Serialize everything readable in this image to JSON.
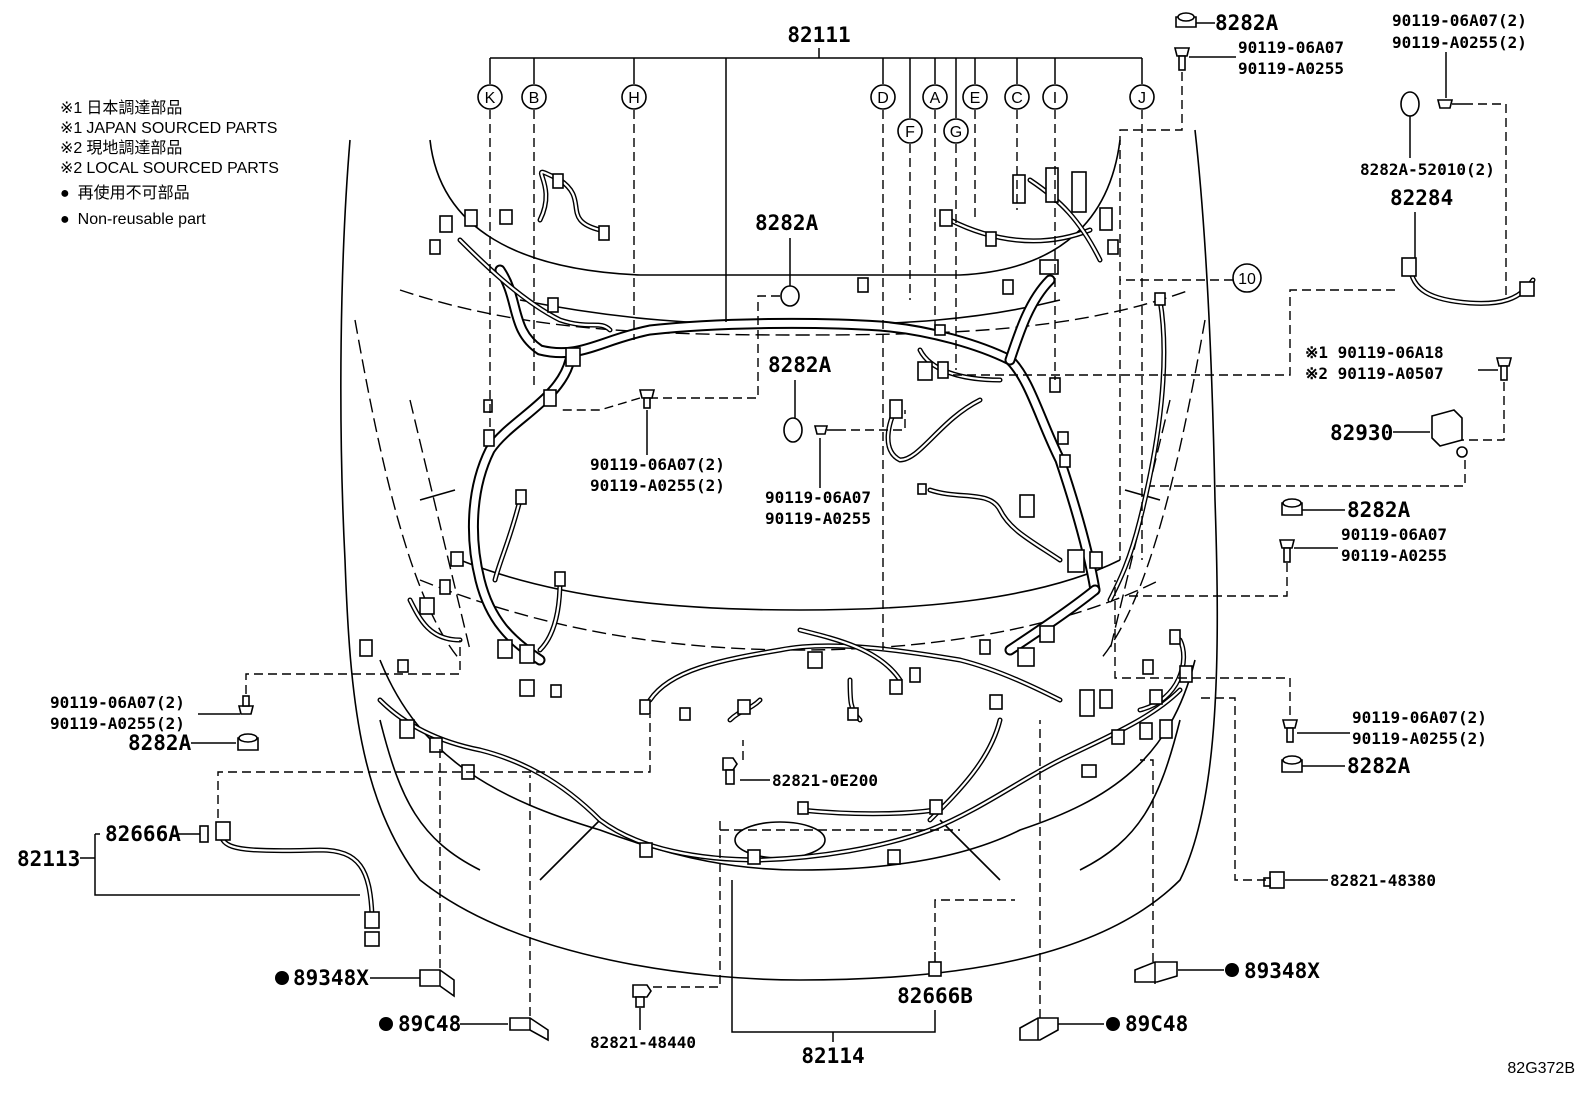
{
  "diagram": {
    "main_part": "82111",
    "figure_code": "82G372B",
    "legend": [
      {
        "mark": "※1",
        "text": "日本調達部品"
      },
      {
        "mark": "※1",
        "text": "JAPAN SOURCED PARTS"
      },
      {
        "mark": "※2",
        "text": "現地調達部品"
      },
      {
        "mark": "※2",
        "text": "LOCAL SOURCED PARTS"
      },
      {
        "mark": "●",
        "text": "再使用不可部品"
      },
      {
        "mark": "●",
        "text": "Non-reusable part"
      }
    ],
    "branch_letters": [
      "K",
      "B",
      "H",
      "D",
      "A",
      "E",
      "C",
      "I",
      "J",
      "F",
      "G"
    ],
    "circle_number": "10",
    "labels": {
      "p8282A_top": "8282A",
      "p90119_06A07_top": "90119-06A07",
      "p90119_A0255_top": "90119-A0255",
      "p90119_06A07_2_tr": "90119-06A07(2)",
      "p90119_A0255_2_tr": "90119-A0255(2)",
      "p8282A_52010": "8282A-52010(2)",
      "p82284": "82284",
      "p8282A_center1": "8282A",
      "p8282A_center2": "8282A",
      "p90119_06A07_2_c": "90119-06A07(2)",
      "p90119_A0255_2_c": "90119-A0255(2)",
      "p90119_06A07_c": "90119-06A07",
      "p90119_A0255_c": "90119-A0255",
      "p90119_06A18": "※1 90119-06A18",
      "p90119_A0507": "※2 90119-A0507",
      "p82930": "82930",
      "p8282A_r1": "8282A",
      "p90119_06A07_r": "90119-06A07",
      "p90119_A0255_r": "90119-A0255",
      "p90119_06A07_2_r": "90119-06A07(2)",
      "p90119_A0255_2_r": "90119-A0255(2)",
      "p8282A_r2": "8282A",
      "p82821_48380": "82821-48380",
      "p90119_06A07_2_l": "90119-06A07(2)",
      "p90119_A0255_2_l": "90119-A0255(2)",
      "p8282A_l": "8282A",
      "p82666A": "82666A",
      "p82113": "82113",
      "p82821_0E200": "82821-0E200",
      "p89348X_l": "89348X",
      "p89C48_l": "89C48",
      "p82821_48440": "82821-48440",
      "p82114": "82114",
      "p82666B": "82666B",
      "p89C48_r": "89C48",
      "p89348X_r": "89348X"
    }
  }
}
